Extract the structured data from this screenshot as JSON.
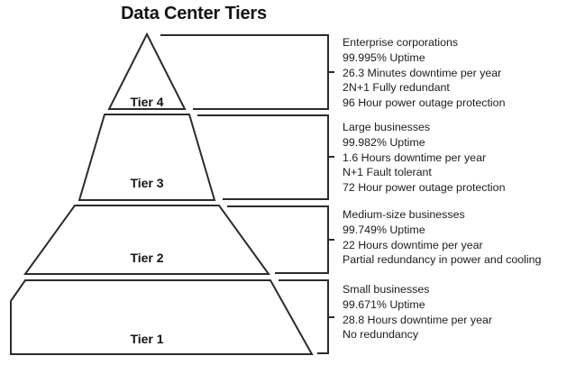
{
  "title": "Data Center Tiers",
  "chart_data": {
    "type": "diagram",
    "subtype": "pyramid",
    "title": "Data Center Tiers",
    "orientation": "apex-top",
    "levels": [
      {
        "label": "Tier 4",
        "rank": 4,
        "position": "top",
        "audience": "Enterprise corporations",
        "uptime": "99.995%",
        "downtime_per_year": "26.3 Minutes",
        "redundancy": "2N+1 Fully redundant",
        "power_outage_protection": "96 Hour",
        "lines": [
          "Enterprise corporations",
          "99.995% Uptime",
          "26.3 Minutes downtime per year",
          "2N+1 Fully redundant",
          "96 Hour power outage protection"
        ]
      },
      {
        "label": "Tier 3",
        "rank": 3,
        "position": "upper-middle",
        "audience": "Large businesses",
        "uptime": "99.982%",
        "downtime_per_year": "1.6 Hours",
        "redundancy": "N+1 Fault tolerant",
        "power_outage_protection": "72 Hour",
        "lines": [
          "Large businesses",
          "99.982% Uptime",
          "1.6 Hours downtime per year",
          "N+1 Fault tolerant",
          "72 Hour power outage protection"
        ]
      },
      {
        "label": "Tier 2",
        "rank": 2,
        "position": "lower-middle",
        "audience": "Medium-size businesses",
        "uptime": "99.749%",
        "downtime_per_year": "22 Hours",
        "redundancy": "Partial redundancy in power and cooling",
        "power_outage_protection": "",
        "lines": [
          "Medium-size businesses",
          "99.749% Uptime",
          "22 Hours downtime per year",
          "Partial redundancy in power and cooling"
        ]
      },
      {
        "label": "Tier 1",
        "rank": 1,
        "position": "bottom",
        "audience": "Small businesses",
        "uptime": "99.671%",
        "downtime_per_year": "28.8 Hours",
        "redundancy": "No redundancy",
        "power_outage_protection": "",
        "lines": [
          "Small businesses",
          "99.671% Uptime",
          "28.8 Hours downtime per year",
          "No redundancy"
        ]
      }
    ],
    "colors": {
      "stroke": "#2b2b2b",
      "fill": "#ffffff",
      "text": "#1c1c1c",
      "title": "#141414",
      "background": "#ffffff"
    }
  }
}
